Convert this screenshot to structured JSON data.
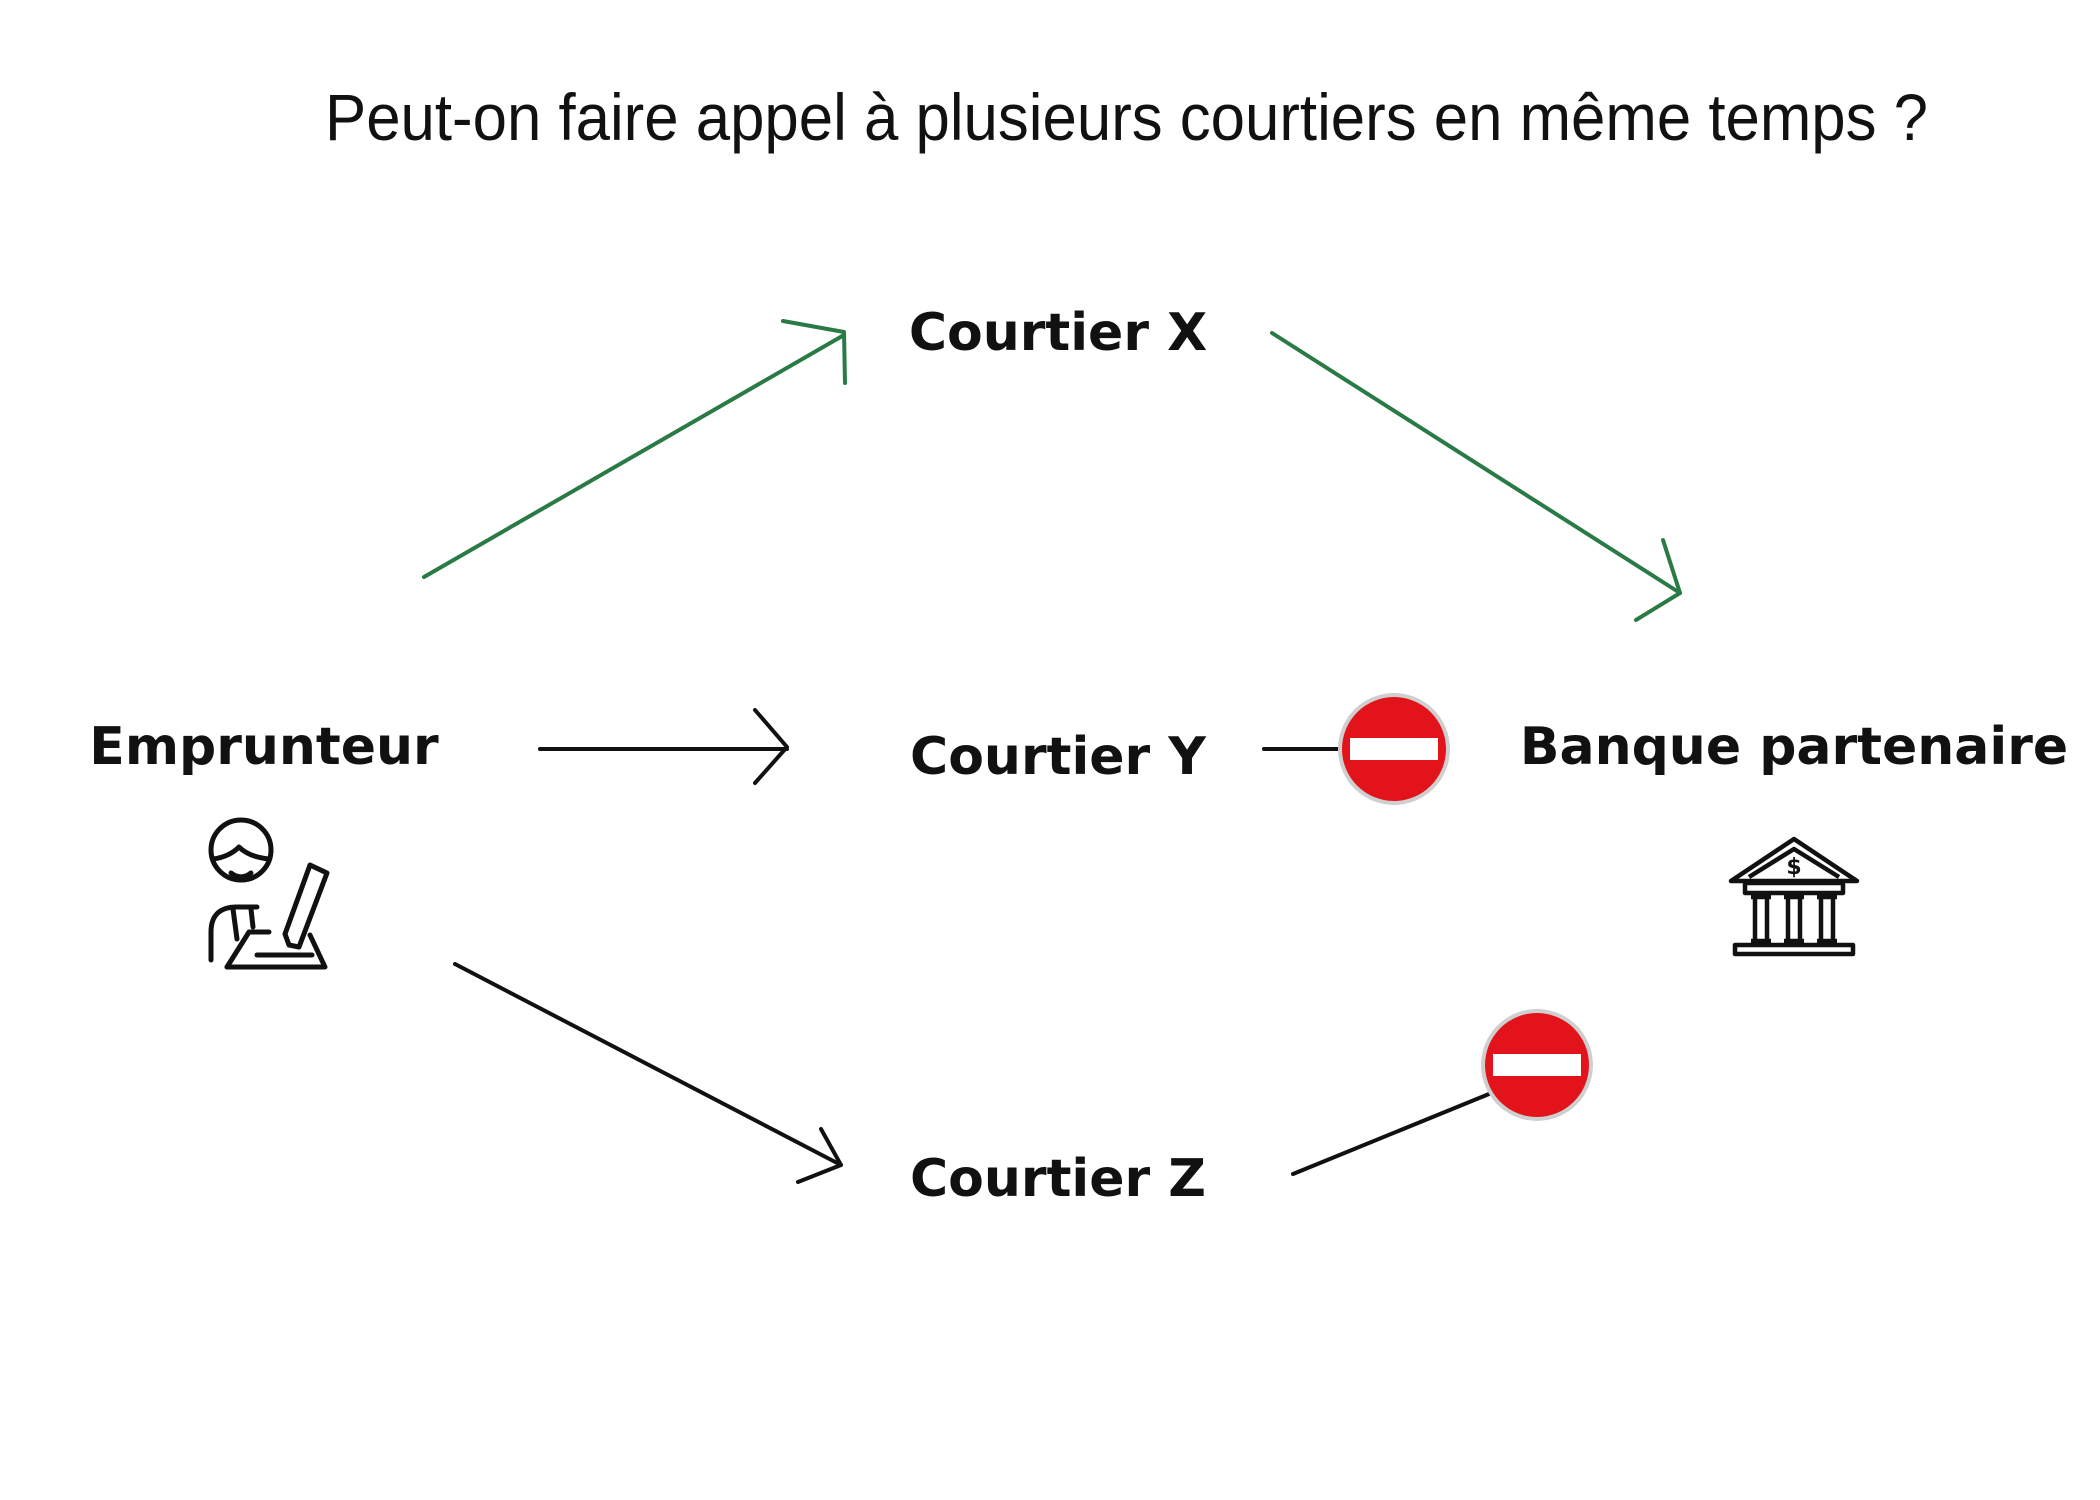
{
  "title": "Peut-on faire appel à plusieurs courtiers en même temps ?",
  "nodes": {
    "borrower": "Emprunteur",
    "broker_x": "Courtier X",
    "broker_y": "Courtier Y",
    "broker_z": "Courtier Z",
    "bank": "Banque partenaire"
  },
  "icons": {
    "borrower": "person-signing-icon",
    "bank": "bank-building-icon",
    "blocked": "no-entry-sign-icon"
  },
  "colors": {
    "allowed": "#2a7a45",
    "neutral": "#111111",
    "blocked": "#e3131b"
  }
}
